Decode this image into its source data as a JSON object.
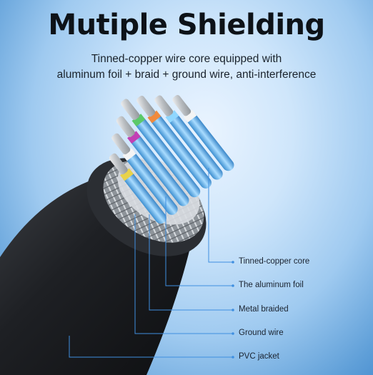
{
  "heading": {
    "title": "Mutiple Shielding",
    "description_line1": "Tinned-copper wire core equipped with",
    "description_line2": "aluminum foil + braid + ground wire, anti-interference"
  },
  "callouts": [
    {
      "label": "Tinned-copper core"
    },
    {
      "label": "The aluminum foil"
    },
    {
      "label": "Metal braided"
    },
    {
      "label": "Ground wire"
    },
    {
      "label": "PVC jacket"
    }
  ],
  "colors": {
    "accent_line": "#3f8fe0",
    "jacket": "#1c1e21",
    "wire_blue": "#6db7ea",
    "copper": "#c9cdd2"
  }
}
